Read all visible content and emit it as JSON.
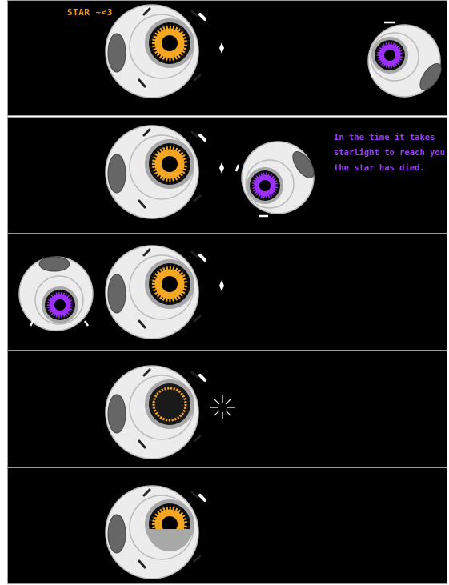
{
  "comic": {
    "title_caption": "STAR ~<3",
    "story_lines": [
      "In the time it takes",
      "starlight to reach you,",
      "the star has died."
    ],
    "colors": {
      "background": "#000000",
      "orange_eye": "#f5a623",
      "purple_eye": "#9b30ff",
      "caption_orange": "#f29a1b",
      "caption_purple": "#9d3cff",
      "shell": "#ececec"
    }
  }
}
